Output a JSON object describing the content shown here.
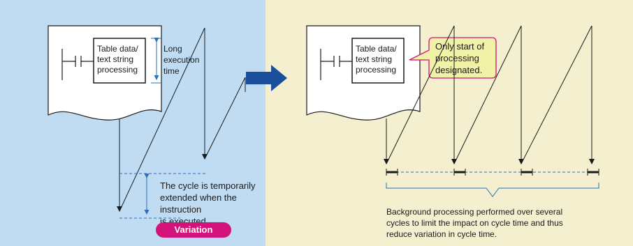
{
  "left_panel": {
    "box_label": [
      "Table data/",
      "text string",
      "processing"
    ],
    "execution_label": [
      "Long",
      "execution",
      "time"
    ],
    "cycle_note": [
      "The cycle is temporarily",
      "extended when the instruction",
      "is executed."
    ],
    "badge": "Variation"
  },
  "right_panel": {
    "box_label": [
      "Table data/",
      "text string",
      "processing"
    ],
    "callout": [
      "Only start of",
      "processing",
      "designated."
    ],
    "background_note": [
      "Background processing performed over several",
      "cycles to limit the impact on cycle time and thus",
      "reduce variation in cycle time."
    ]
  },
  "colors": {
    "left_bg": "#bfdcf3",
    "right_bg": "#f4efcf",
    "arrow": "#1a4f9c",
    "callout_fill": "#f1f1a8",
    "callout_border": "#d4137a",
    "badge": "#d4137a",
    "accent_blue": "#2a6fb8"
  }
}
